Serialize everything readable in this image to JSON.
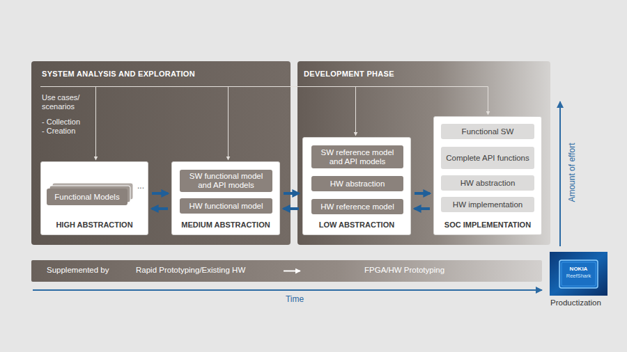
{
  "diagram": {
    "nodes": [
      {
        "text": [
          "SYSTEM ANALYSIS AND EXPLORATION",
          "Use cases/ scenarios",
          "- Collection",
          "- Creation"
        ]
      },
      {
        "text": [
          "...",
          "HIGH ABSTRACTION"
        ],
        "in": 0
      },
      {
        "text": [
          "Functional Models"
        ],
        "in": 1
      },
      {
        "text": [
          "MEDIUM ABSTRACTION"
        ],
        "in": 0
      },
      {
        "text": [
          "SW functional model and API models"
        ],
        "in": 3
      },
      {
        "text": [
          "HW functional model"
        ],
        "in": 3
      },
      {
        "text": [
          "DEVELOPMENT PHASE"
        ]
      },
      {
        "text": [
          "LOW ABSTRACTION"
        ],
        "in": 6
      },
      {
        "text": [
          "SW reference model and API models"
        ],
        "in": 7
      },
      {
        "text": [
          "HW abstraction"
        ],
        "in": 7
      },
      {
        "text": [
          "HW reference model"
        ],
        "in": 7
      },
      {
        "text": [
          "SOC IMPLEMENTATION"
        ],
        "in": 6
      },
      {
        "text": [
          "Functional SW"
        ],
        "in": 11
      },
      {
        "text": [
          "Complete API functions"
        ],
        "in": 11
      },
      {
        "text": [
          "HW abstraction"
        ],
        "in": 11
      },
      {
        "text": [
          "HW implementation"
        ],
        "in": 11
      },
      {
        "text": [
          "Supplemented by",
          "Rapid Prototyping/Existing HW",
          "FPGA/HW Prototyping"
        ]
      },
      {
        "text": [
          "NOKIA",
          "ReefShark"
        ]
      }
    ],
    "edges": [
      {
        "from": 1,
        "to": 3,
        "arrow": "to"
      },
      {
        "from": 3,
        "to": 1,
        "arrow": "to"
      },
      {
        "from": 3,
        "to": 7,
        "arrow": "to"
      },
      {
        "from": 7,
        "to": 3,
        "arrow": "to"
      },
      {
        "from": 7,
        "to": 11,
        "arrow": "to"
      },
      {
        "from": 11,
        "to": 7,
        "arrow": "to"
      }
    ],
    "labels": [
      "Time",
      "Amount of effort",
      "Productization"
    ]
  }
}
